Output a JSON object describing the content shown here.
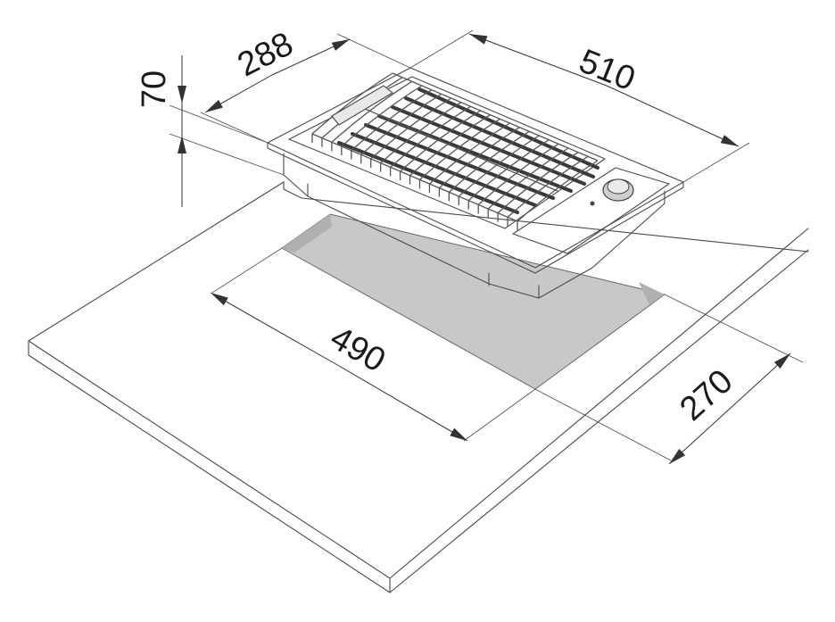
{
  "dimensions": {
    "height": "70",
    "depth": "288",
    "width": "510",
    "cutout_width": "490",
    "cutout_depth": "270"
  },
  "colors": {
    "line": "#4a4a4a",
    "cutout_fill": "#c8c8c8",
    "appliance_fill": "#efefef"
  }
}
